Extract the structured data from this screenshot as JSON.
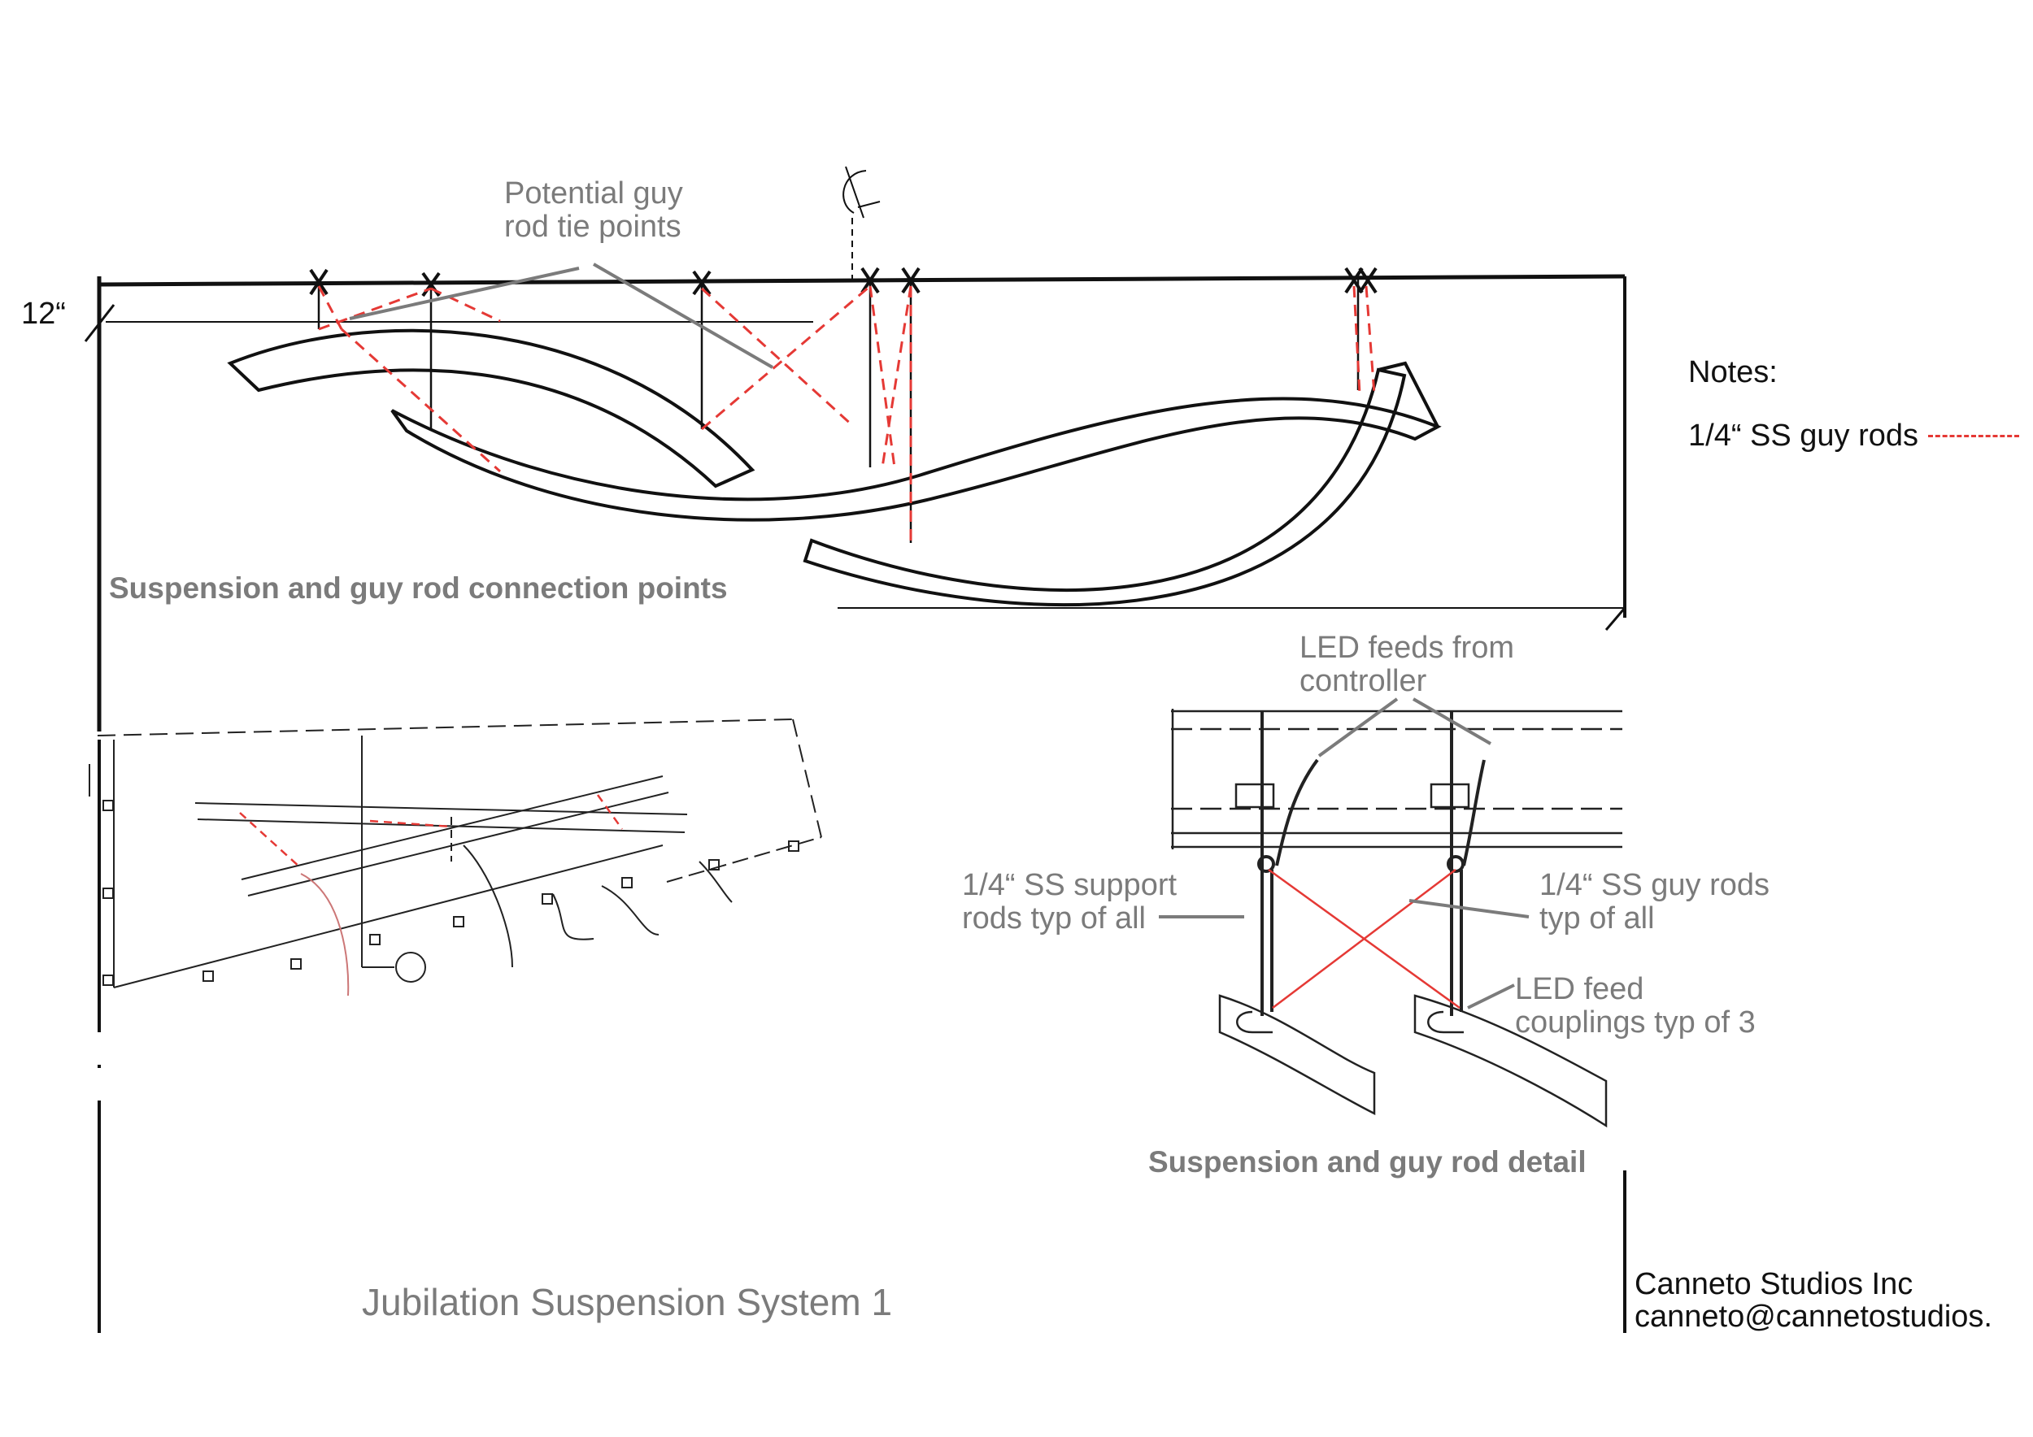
{
  "dimension": {
    "label": "12“"
  },
  "centerline": {
    "symbol": "℄"
  },
  "labels": {
    "tie_points": [
      "Potential guy",
      "rod tie points"
    ],
    "plan_view": "Suspension and guy rod connection points",
    "led_feeds": [
      "LED feeds from",
      "controller"
    ],
    "support_rods": [
      "1/4“ SS support",
      "rods typ of all"
    ],
    "guy_rods": [
      "1/4“ SS guy rods",
      "typ of all"
    ],
    "couplings": [
      "LED feed",
      "couplings typ of 3"
    ],
    "detail": "Suspension and guy rod detail"
  },
  "notes": {
    "heading": "Notes:",
    "legend": {
      "label": "1/4“ SS guy rods",
      "line_style": "dashed",
      "color": "#e53935"
    }
  },
  "title_block": {
    "title": "Jubilation Suspension System 1",
    "company": "Canneto Studios Inc",
    "email": "canneto@cannetostudios."
  },
  "colors": {
    "ink": "#111111",
    "annotation": "#7b7b7b",
    "guy_rod": "#e53935"
  }
}
